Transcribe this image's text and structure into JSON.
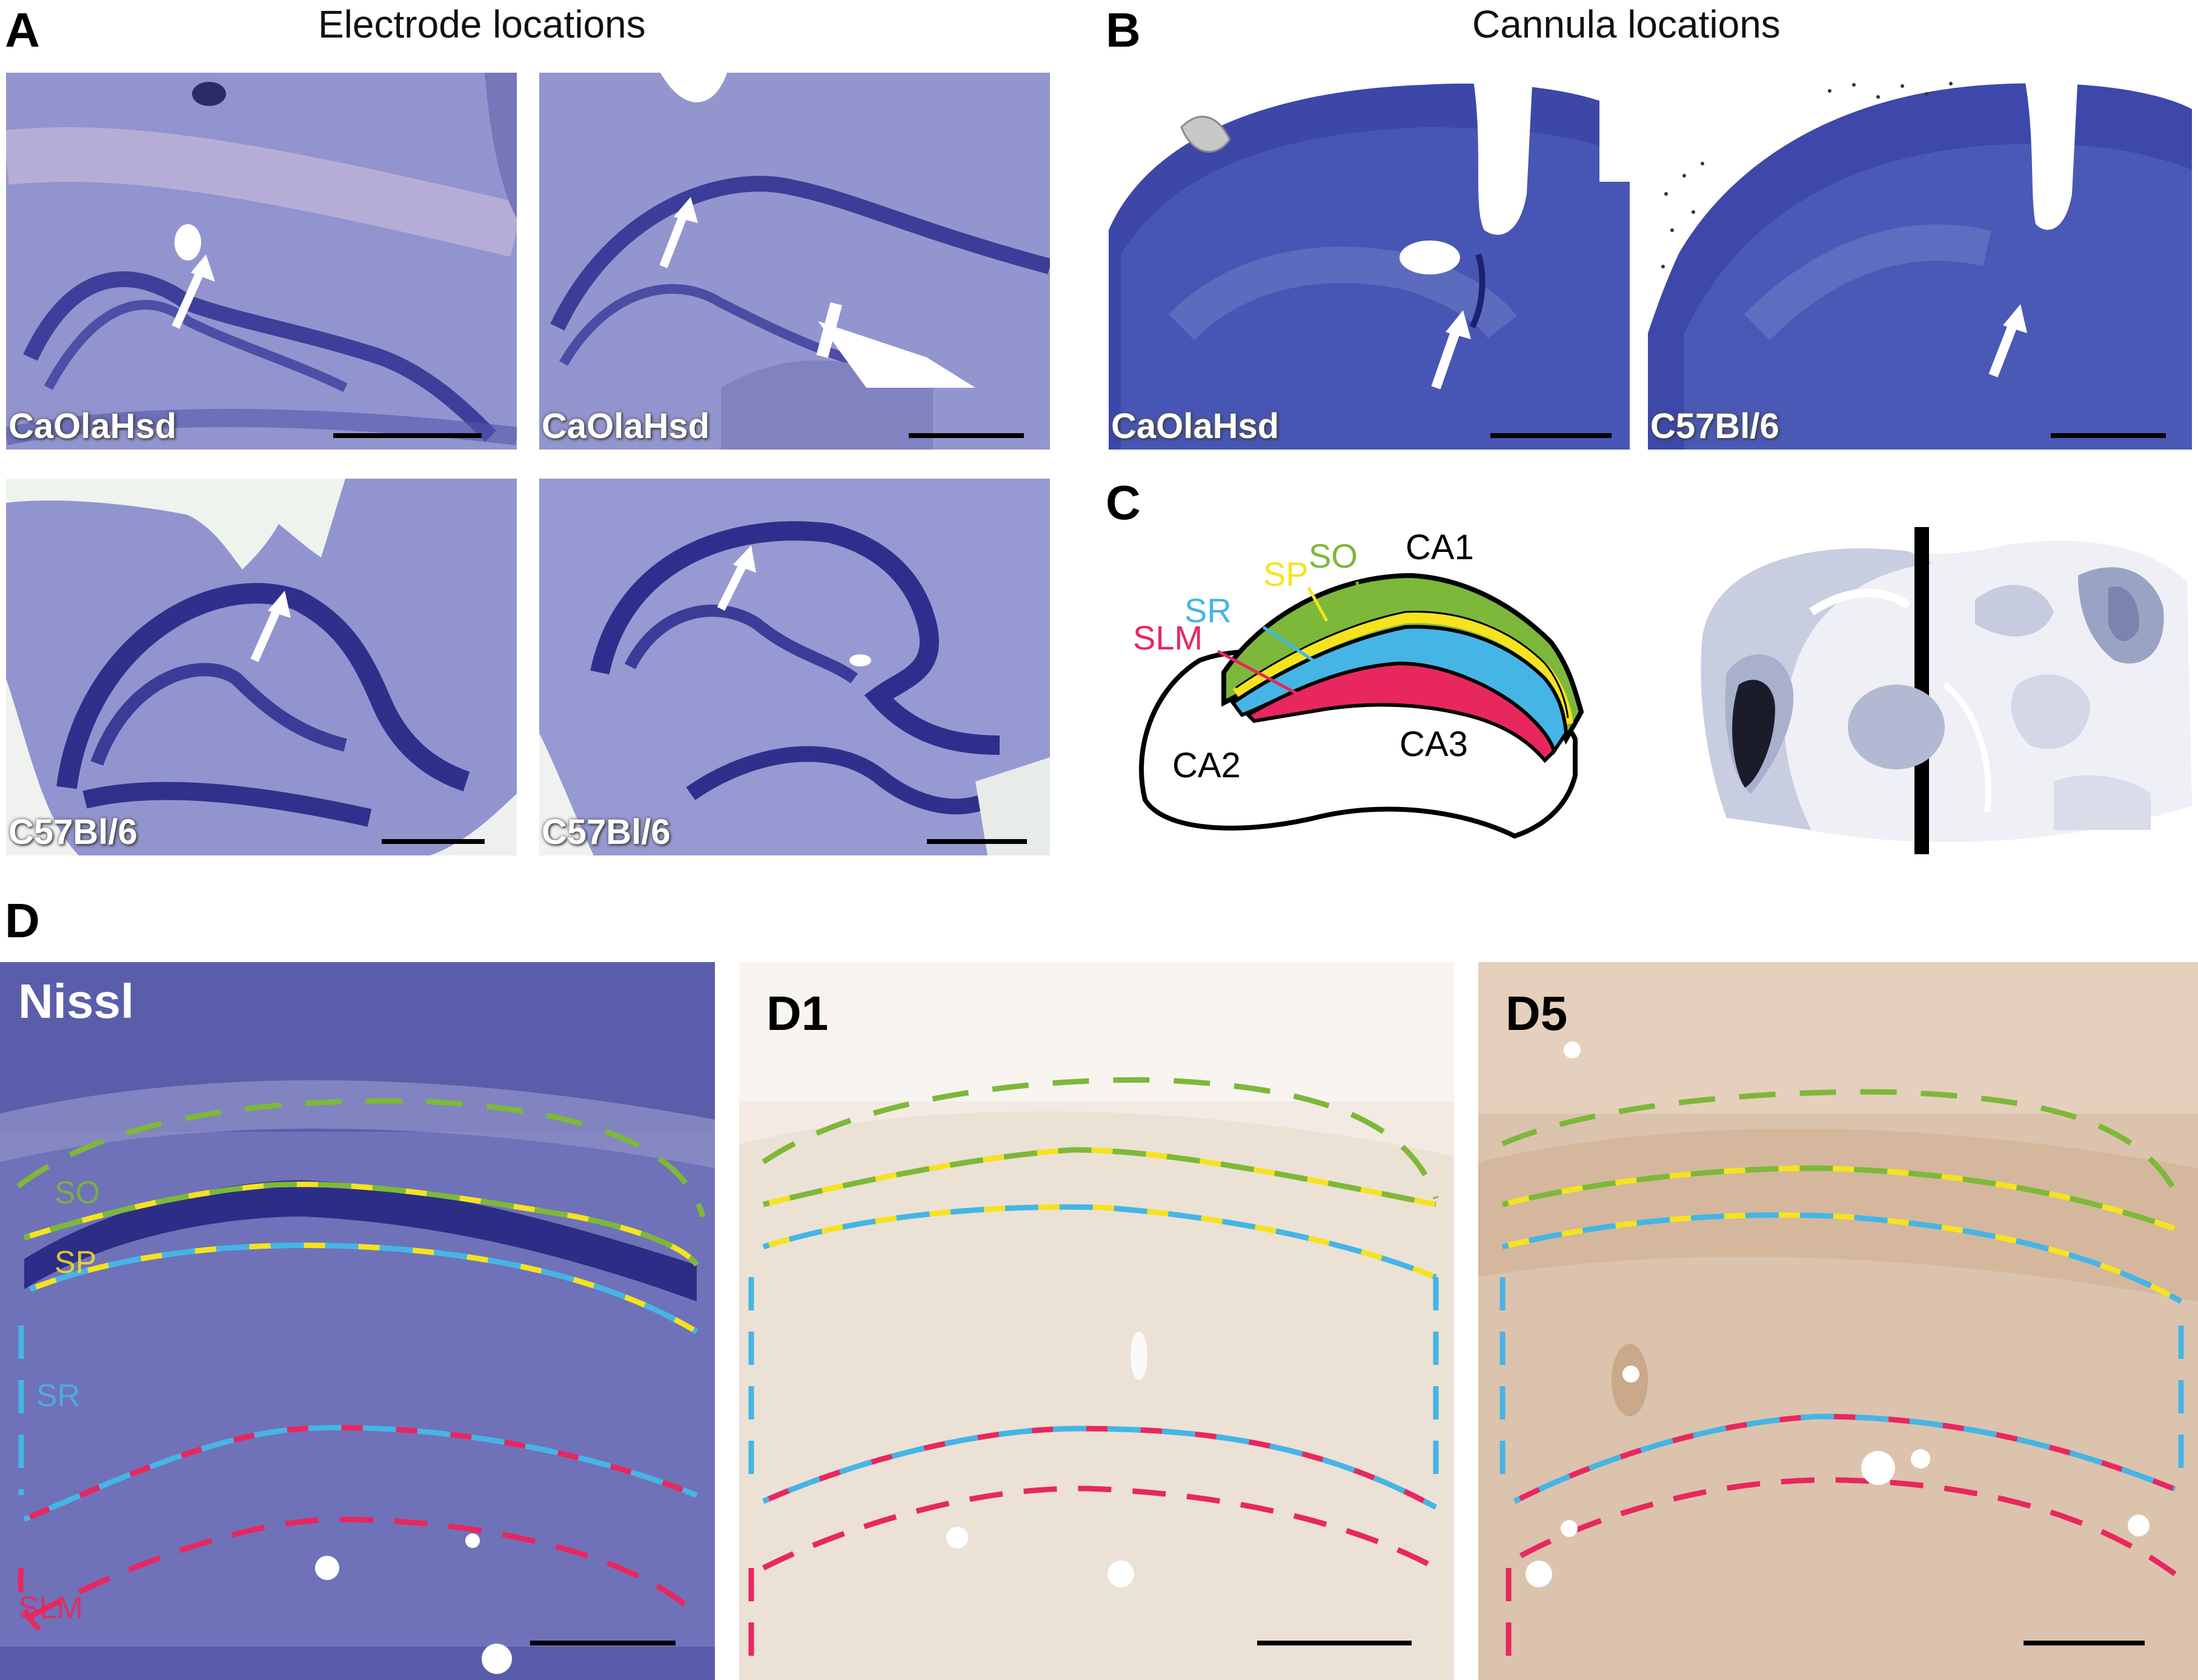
{
  "panels": {
    "A": {
      "letter": "A",
      "title": "Electrode locations",
      "images": [
        {
          "strain": "CaOlaHsd"
        },
        {
          "strain": "CaOlaHsd"
        },
        {
          "strain": "C57Bl/6"
        },
        {
          "strain": "C57Bl/6"
        }
      ]
    },
    "B": {
      "letter": "B",
      "title": "Cannula locations",
      "images": [
        {
          "strain": "CaOlaHsd"
        },
        {
          "strain": "C57Bl/6"
        }
      ]
    },
    "C": {
      "letter": "C",
      "layers": {
        "so": "SO",
        "sp": "SP",
        "sr": "SR",
        "slm": "SLM"
      },
      "regions": {
        "ca1": "CA1",
        "ca2": "CA2",
        "ca3": "CA3"
      }
    },
    "D": {
      "letter": "D",
      "images": [
        {
          "label": "Nissl",
          "layers": [
            "SO",
            "SP",
            "SR",
            "SLM"
          ]
        },
        {
          "label": "D1"
        },
        {
          "label": "D5"
        }
      ]
    }
  },
  "colors": {
    "so": "#7db83a",
    "sp": "#f5e320",
    "sr": "#45b5e6",
    "slm": "#e8275f",
    "nissl_bg": "#6f72b8",
    "stain_a": "#8c8cc8",
    "stain_b": "#3a4aa8",
    "d1_bg": "#f1e8df",
    "d5_bg": "#d9bfa7"
  }
}
